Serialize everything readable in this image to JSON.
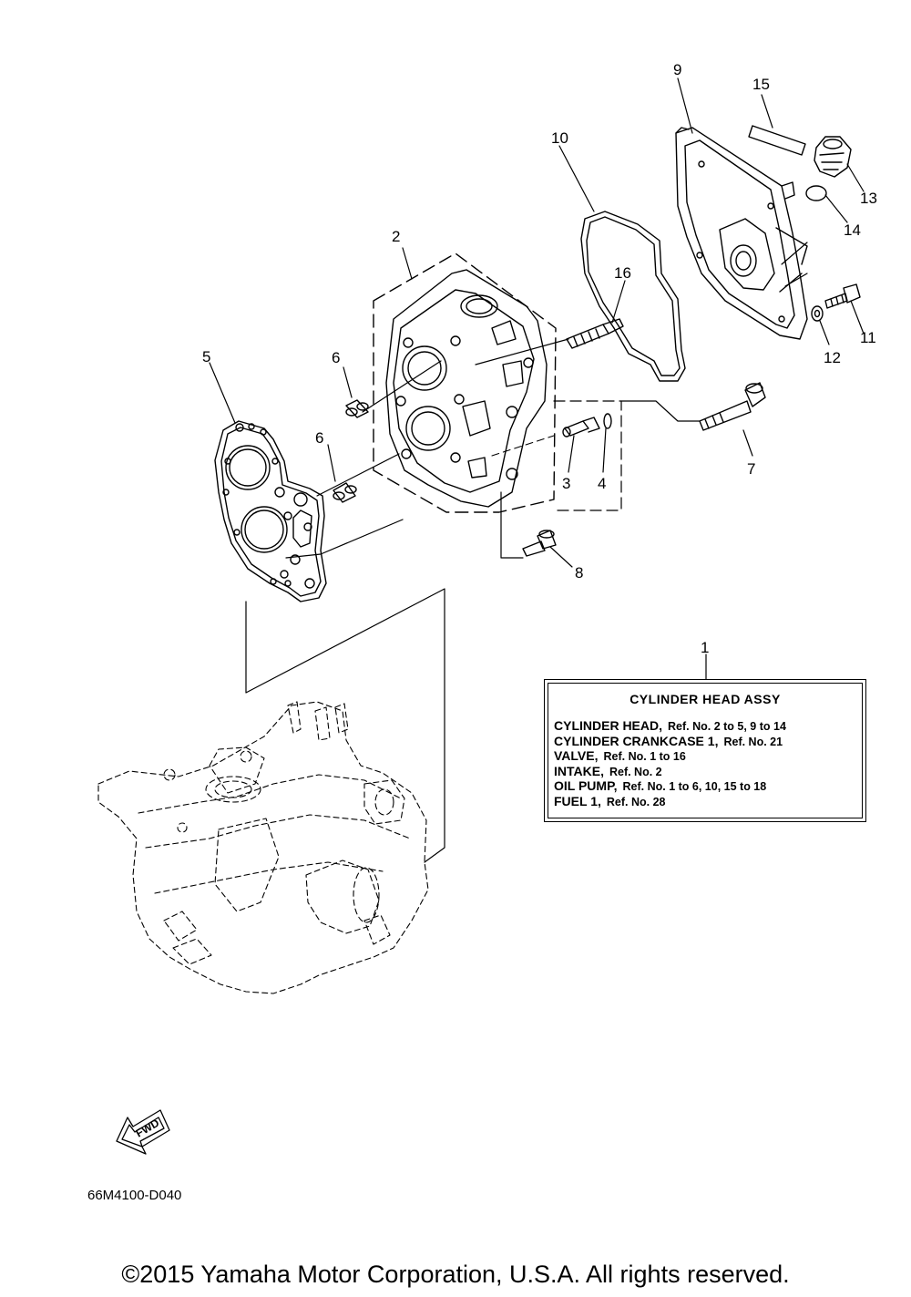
{
  "callouts": [
    {
      "label": "1"
    },
    {
      "label": "2"
    },
    {
      "label": "3"
    },
    {
      "label": "4"
    },
    {
      "label": "5"
    },
    {
      "label": "6"
    },
    {
      "label": "6"
    },
    {
      "label": "7"
    },
    {
      "label": "8"
    },
    {
      "label": "9"
    },
    {
      "label": "10"
    },
    {
      "label": "11"
    },
    {
      "label": "12"
    },
    {
      "label": "13"
    },
    {
      "label": "14"
    },
    {
      "label": "15"
    },
    {
      "label": "16"
    }
  ],
  "assy_box": {
    "title": "CYLINDER HEAD ASSY",
    "lines": [
      {
        "name": "CYLINDER HEAD,",
        "ref": "Ref. No. 2 to 5, 9 to 14"
      },
      {
        "name": "CYLINDER CRANKCASE 1,",
        "ref": "Ref. No. 21"
      },
      {
        "name": "VALVE,",
        "ref": "Ref. No. 1 to 16"
      },
      {
        "name": "INTAKE,",
        "ref": "Ref. No. 2"
      },
      {
        "name": "OIL PUMP,",
        "ref": "Ref. No. 1 to 6, 10, 15 to 18"
      },
      {
        "name": "FUEL 1,",
        "ref": "Ref. No. 28"
      }
    ]
  },
  "fwd_label": "FWD",
  "diagram_code": "66M4100-D040",
  "copyright": "©2015 Yamaha Motor Corporation, U.S.A. All rights reserved."
}
